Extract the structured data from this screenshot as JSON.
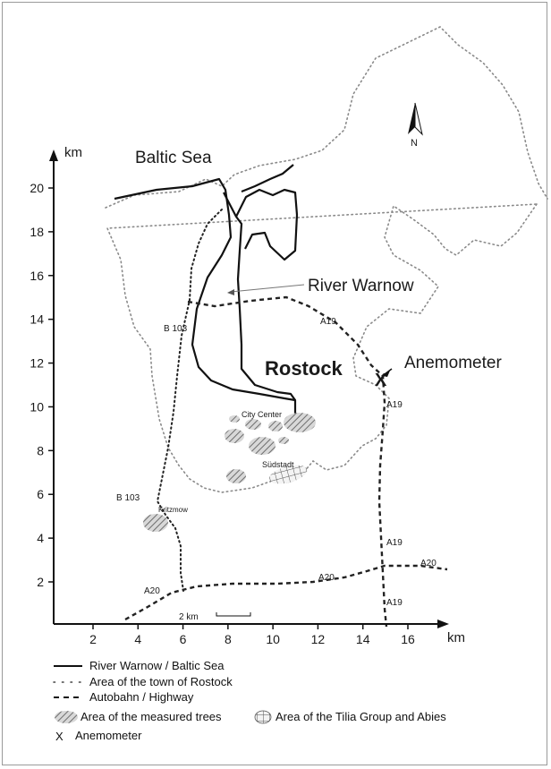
{
  "map": {
    "labels": {
      "baltic_sea": "Baltic Sea",
      "river_warnow": "River Warnow",
      "rostock": "Rostock",
      "anemometer": "Anemometer",
      "anemometer_marker": "X",
      "city_center": "City Center",
      "suedstadt": "Südstadt",
      "kritzmow": "Kritzmow",
      "north": "N",
      "scale": "2 km"
    },
    "roads": {
      "b103_upper": "B 103",
      "b103_lower": "B 103",
      "a19_top": "A19",
      "a19_mid": "A19",
      "a19_low": "A19",
      "a19_bottom": "A19",
      "a20_left": "A20",
      "a20_mid": "A20",
      "a20_right": "A20"
    },
    "axes": {
      "unit": "km",
      "x_ticks": [
        "2",
        "4",
        "6",
        "8",
        "10",
        "12",
        "14",
        "16"
      ],
      "y_ticks": [
        "2",
        "4",
        "6",
        "8",
        "10",
        "12",
        "14",
        "16",
        "18",
        "20"
      ]
    }
  },
  "legend": {
    "river": "River Warnow / Baltic Sea",
    "town": "Area of the town of Rostock",
    "autobahn": "Autobahn / Highway",
    "measured": "Area of the measured trees",
    "tilia": "Area of the Tilia Group and Abies",
    "anemometer": "Anemometer",
    "anemometer_symbol": "X"
  },
  "colors": {
    "ink": "#111111",
    "town_boundary": "#888888",
    "hatch": "#8a8a8a"
  }
}
